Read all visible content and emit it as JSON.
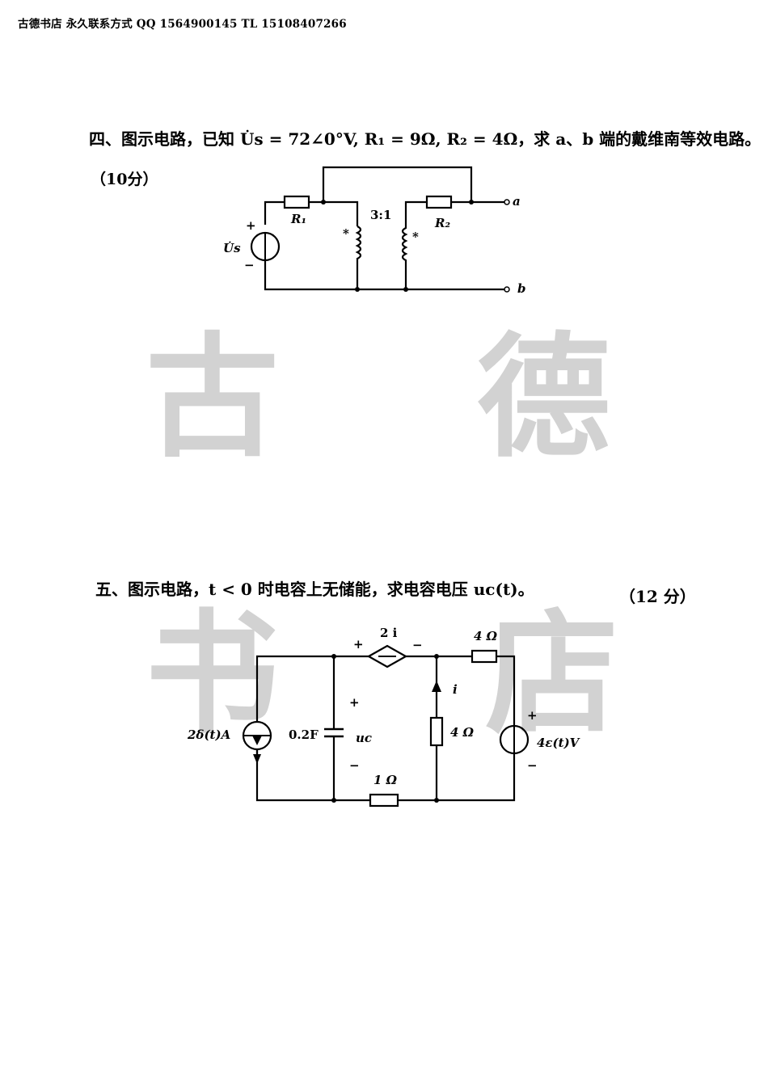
{
  "header": {
    "text": "古德书店 永久联系方式 QQ 1564900145  TL 15108407266"
  },
  "watermark": [
    "古",
    "德",
    "书",
    "店"
  ],
  "q4": {
    "text": "四、图示电路，已知 U̇s = 72∠0°V, R₁ = 9Ω, R₂ = 4Ω，求 a、b 端的戴维南等效电路。",
    "score": "（10分）",
    "labels": {
      "plus": "+",
      "minus": "−",
      "source": "U̇s",
      "r1": "R₁",
      "r2": "R₂",
      "ratio": "3:1",
      "dot1": "*",
      "dot2": "*",
      "a": "a",
      "b": "b"
    }
  },
  "q5": {
    "text": "五、图示电路，t < 0 时电容上无储能，求电容电压 uc(t)。",
    "score": "（12 分）",
    "labels": {
      "dep_src": "2 i",
      "dep_plus": "+",
      "dep_minus": "−",
      "r_top": "4 Ω",
      "current_src": "2δ(t)A",
      "cap": "0.2F",
      "uc": "uc",
      "cap_plus": "+",
      "cap_minus": "−",
      "i": "i",
      "r_mid": "4 Ω",
      "r_bot": "1 Ω",
      "vsrc": "4ε(t)V",
      "v_plus": "+",
      "v_minus": "−"
    }
  }
}
